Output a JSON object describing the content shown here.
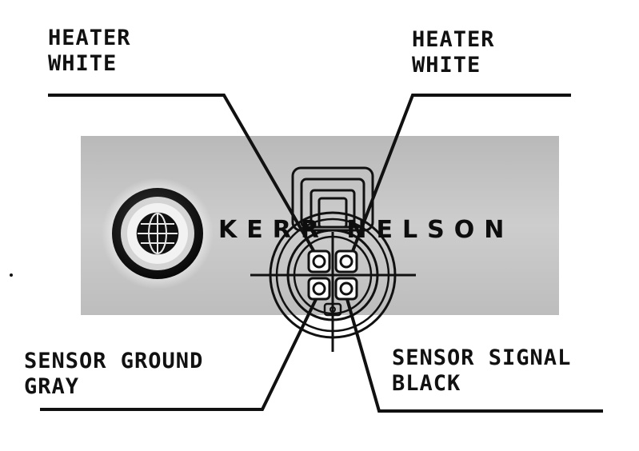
{
  "labels": {
    "heater_left": {
      "line1": "HEATER",
      "line2": "WHITE"
    },
    "heater_right": {
      "line1": "HEATER",
      "line2": "WHITE"
    },
    "sensor_ground": {
      "line1": "SENSOR GROUND",
      "line2": "GRAY"
    },
    "sensor_signal": {
      "line1": "SENSOR SIGNAL",
      "line2": "BLACK"
    }
  },
  "brand": {
    "wordmark": "KERR NELSON",
    "logo_icon": "globe-icon"
  },
  "colors": {
    "panel": "#c4c4c4",
    "ink": "#111111",
    "background": "#ffffff"
  }
}
